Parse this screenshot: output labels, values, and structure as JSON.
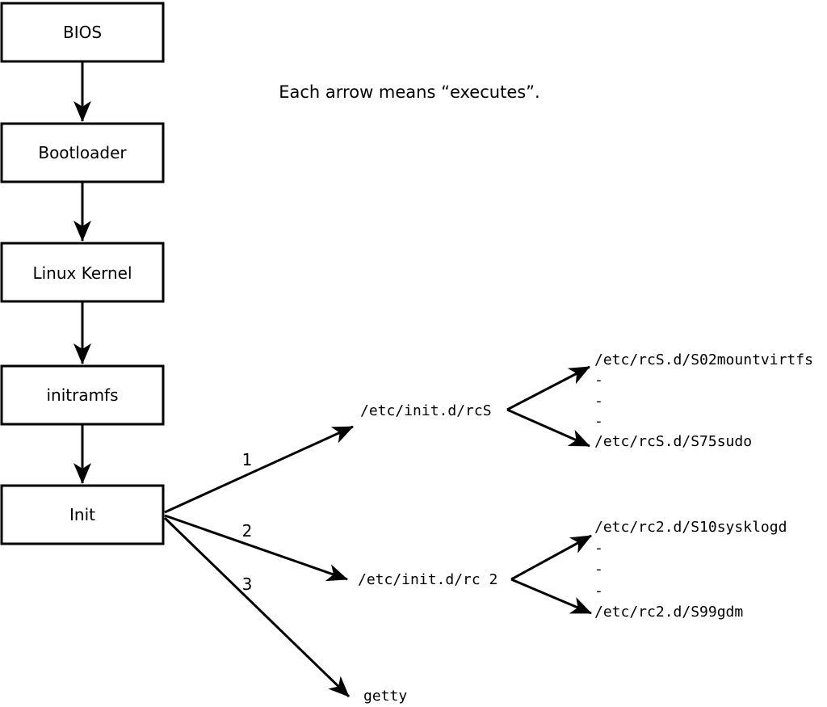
{
  "diagram": {
    "caption": "Each arrow means “executes”.",
    "boxes": [
      {
        "label": "BIOS"
      },
      {
        "label": "Bootloader"
      },
      {
        "label": "Linux Kernel"
      },
      {
        "label": "initramfs"
      },
      {
        "label": "Init"
      }
    ],
    "fanout": [
      {
        "order": "1",
        "target": "/etc/init.d/rcS"
      },
      {
        "order": "2",
        "target": "/etc/init.d/rc 2"
      },
      {
        "order": "3",
        "target": "getty"
      }
    ],
    "rcS_scripts": [
      "/etc/rcS.d/S02mountvirtfs",
      "-",
      "-",
      "-",
      "/etc/rcS.d/S75sudo"
    ],
    "rc2_scripts": [
      "/etc/rc2.d/S10sysklogd",
      "-",
      "-",
      "-",
      "/etc/rc2.d/S99gdm"
    ],
    "colors": {
      "foreground": "#000000",
      "background": "#ffffff"
    }
  }
}
